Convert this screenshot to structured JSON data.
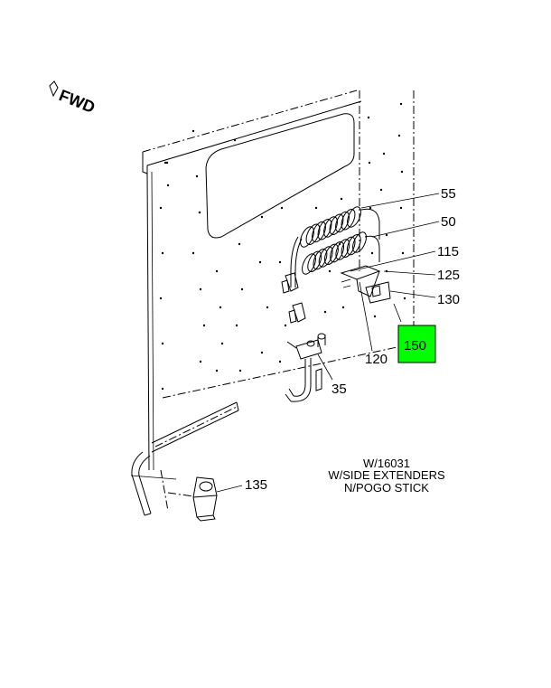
{
  "orientation": {
    "label": "FWD"
  },
  "callouts": [
    {
      "id": "c55",
      "label": "55"
    },
    {
      "id": "c50",
      "label": "50"
    },
    {
      "id": "c115",
      "label": "115"
    },
    {
      "id": "c125",
      "label": "125"
    },
    {
      "id": "c130",
      "label": "130"
    },
    {
      "id": "c150",
      "label": "150",
      "highlighted": true
    },
    {
      "id": "c120",
      "label": "120"
    },
    {
      "id": "c35",
      "label": "35"
    },
    {
      "id": "c135",
      "label": "135"
    }
  ],
  "note": {
    "line1": "W/16031",
    "line2": "W/SIDE EXTENDERS",
    "line3": "N/POGO STICK"
  },
  "colors": {
    "highlight": "#00ff00",
    "ink": "#000000"
  }
}
